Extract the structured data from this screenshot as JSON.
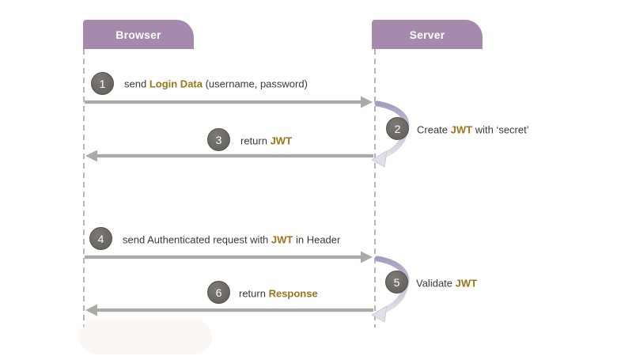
{
  "actors": [
    {
      "name": "Browser"
    },
    {
      "name": "Server"
    }
  ],
  "steps": [
    {
      "num": "1",
      "prefix": "send ",
      "highlight": "Login Data",
      "suffix": " (username, password)"
    },
    {
      "num": "2",
      "prefix": "Create ",
      "highlight": "JWT",
      "suffix": " with ‘secret’"
    },
    {
      "num": "3",
      "prefix": "return ",
      "highlight": "JWT",
      "suffix": ""
    },
    {
      "num": "4",
      "prefix": "send Authenticated request with ",
      "highlight": "JWT",
      "suffix": " in Header"
    },
    {
      "num": "5",
      "prefix": "Validate ",
      "highlight": "JWT",
      "suffix": ""
    },
    {
      "num": "6",
      "prefix": "return ",
      "highlight": "Response",
      "suffix": ""
    }
  ],
  "colors": {
    "actor_fill": "#a58aad",
    "actor_text": "#ffffff",
    "highlight_text": "#9a761a",
    "body_text": "#3c3a38",
    "arrow_gray": "#acaaa7",
    "lifeline_gray": "#a3a19f",
    "circle_fill": "#6b6864",
    "loop_light": "#e2dfeb",
    "loop_dark": "#a69ebc"
  }
}
